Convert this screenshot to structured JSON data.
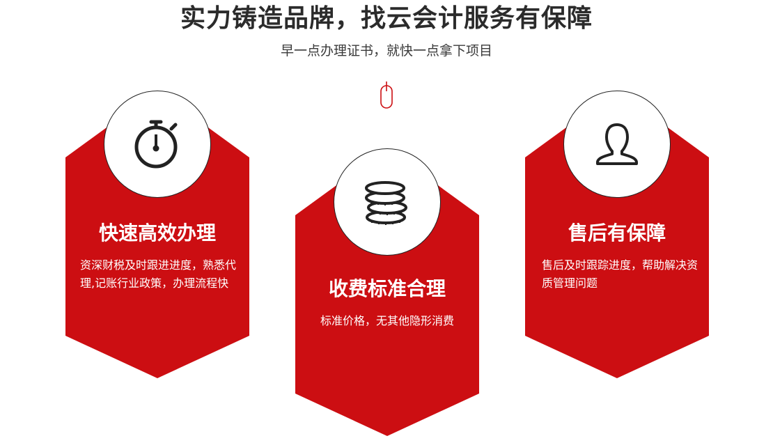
{
  "header": {
    "title": "实力铸造品牌，找云会计服务有保障",
    "subtitle": "早一点办理证书，就快一点拿下项目"
  },
  "colors": {
    "accent": "#cc0e12",
    "text": "#2b2b2b",
    "white": "#ffffff"
  },
  "cards": [
    {
      "icon": "stopwatch-icon",
      "title": "快速高效办理",
      "description": "资深财税及时跟进进度，熟悉代理,记账行业政策，办理流程快"
    },
    {
      "icon": "coins-icon",
      "title": "收费标准合理",
      "description": "标准价格，无其他隐形消费"
    },
    {
      "icon": "user-icon",
      "title": "售后有保障",
      "description": "售后及时跟踪进度，帮助解决资质管理问题"
    }
  ]
}
